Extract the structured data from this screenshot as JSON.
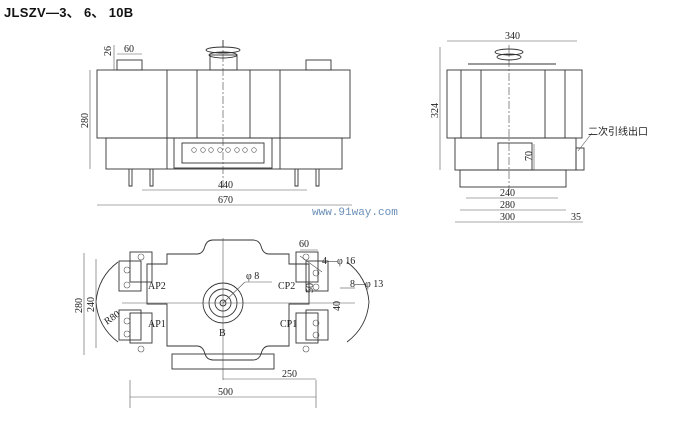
{
  "title": "JLSZV—3、 6、 10B",
  "watermark": "www.91way.com",
  "front_view": {
    "dim_26": "26",
    "dim_60": "60",
    "dim_280": "280",
    "dim_440": "440",
    "dim_670": "670"
  },
  "side_view": {
    "dim_340": "340",
    "dim_324": "324",
    "dim_70": "70",
    "dim_240": "240",
    "dim_280": "280",
    "dim_300": "300",
    "dim_35": "35",
    "secondary_outlet_label": "二次引线出口"
  },
  "top_view": {
    "dim_60": "60",
    "hole_4": "4—φ 16",
    "hole_8": "8—φ 13",
    "phi8": "φ 8",
    "dim_50": "50",
    "dim_40": "40",
    "dim_280": "280",
    "dim_240": "240",
    "r80": "R80",
    "ap2": "AP2",
    "ap1": "AP1",
    "cp2": "CP2",
    "cp1": "CP1",
    "b": "B",
    "dim_250": "250",
    "dim_500": "500"
  }
}
